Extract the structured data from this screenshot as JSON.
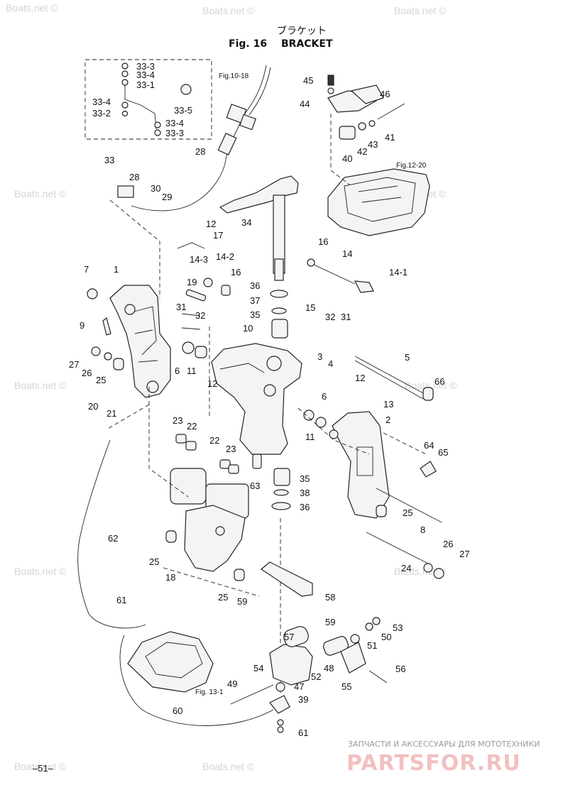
{
  "title": {
    "japanese": "ブラケット",
    "fig": "Fig. 16",
    "name": "BRACKET"
  },
  "refs": {
    "fig_10_18": "Fig.10-18",
    "fig_12_20": "Fig.12-20",
    "fig_13_1": "Fig. 13-1"
  },
  "watermark": "Boats.net ©",
  "brand": {
    "tagline": "ЗАПЧАСТИ И АКСЕССУАРЫ ДЛЯ МОТОТЕХНИКИ",
    "logo": "PARTSFOR.RU"
  },
  "page_number": "–51–",
  "labels": [
    "33-3",
    "33-4",
    "33-1",
    "33-4",
    "33-2",
    "33-5",
    "33-4",
    "33-3",
    "33",
    "28",
    "28",
    "30",
    "29",
    "34",
    "45",
    "46",
    "44",
    "41",
    "43",
    "42",
    "40",
    "12",
    "17",
    "14-2",
    "14-3",
    "16",
    "16",
    "14",
    "14-1",
    "7",
    "1",
    "19",
    "31",
    "32",
    "36",
    "37",
    "35",
    "15",
    "32",
    "31",
    "9",
    "10",
    "27",
    "26",
    "25",
    "6",
    "11",
    "3",
    "4",
    "5",
    "12",
    "66",
    "12",
    "13",
    "6",
    "11",
    "2",
    "20",
    "21",
    "23",
    "22",
    "22",
    "23",
    "64",
    "65",
    "63",
    "35",
    "38",
    "36",
    "25",
    "8",
    "62",
    "25",
    "18",
    "25",
    "26",
    "27",
    "24",
    "59",
    "58",
    "61",
    "59",
    "53",
    "50",
    "57",
    "51",
    "54",
    "48",
    "49",
    "52",
    "47",
    "55",
    "56",
    "39",
    "60",
    "61"
  ]
}
